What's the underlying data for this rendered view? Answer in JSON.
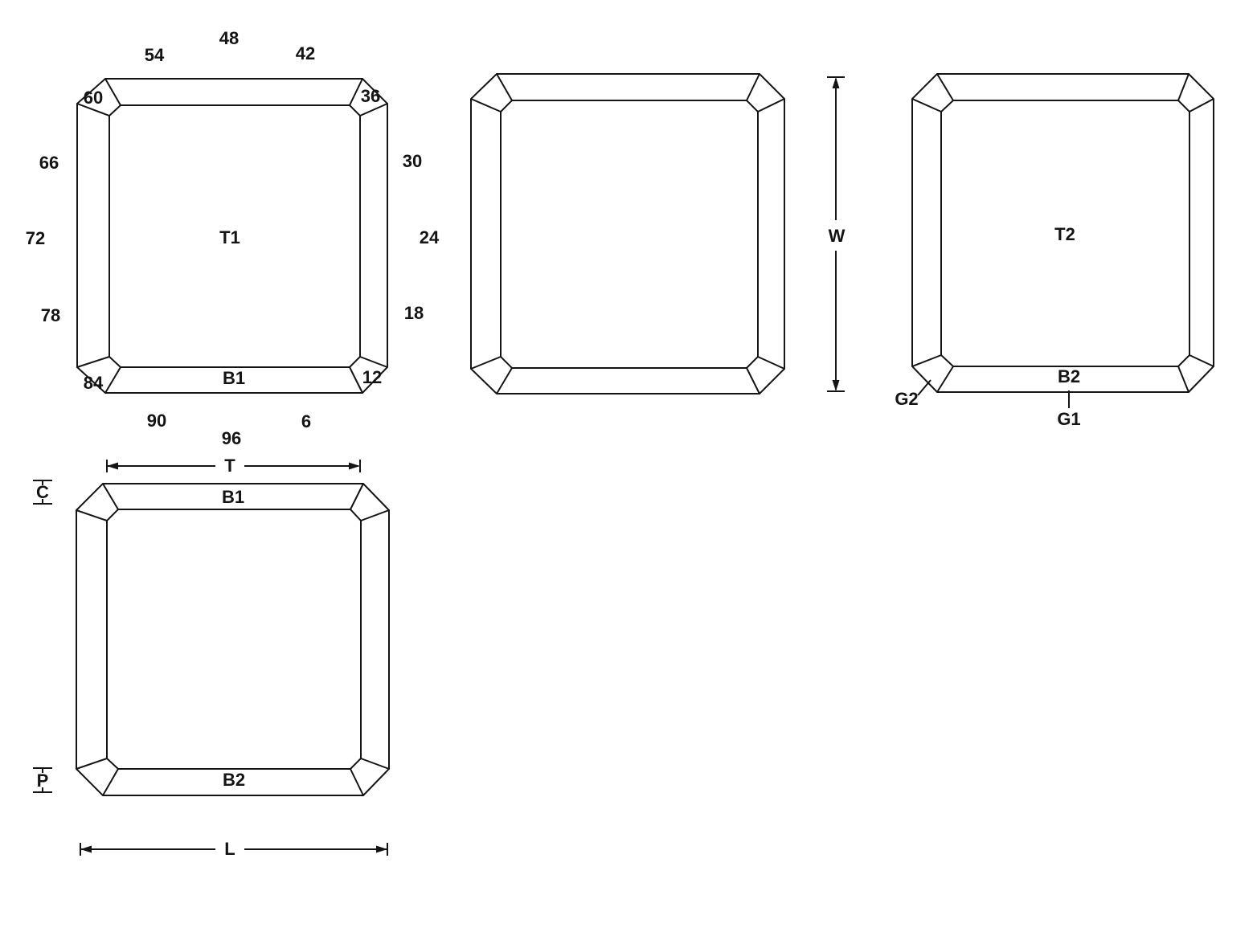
{
  "page": {
    "background": "#ffffff",
    "ink": "#141414"
  },
  "top_view": {
    "center_label": "T1",
    "band_label": "B1",
    "indices": [
      "48",
      "54",
      "42",
      "60",
      "36",
      "66",
      "30",
      "72",
      "24",
      "78",
      "18",
      "84",
      "12",
      "90",
      "6",
      "96"
    ]
  },
  "side_view": {
    "center_label": "T2",
    "band_label": "B2",
    "g1_label": "G1",
    "g2_label": "G2"
  },
  "bottom_view": {
    "top_band_label": "B1",
    "bottom_band_label": "B2"
  },
  "dimensions": {
    "width": "W",
    "table": "T",
    "length": "L",
    "crown": "C",
    "pavilion": "P"
  }
}
